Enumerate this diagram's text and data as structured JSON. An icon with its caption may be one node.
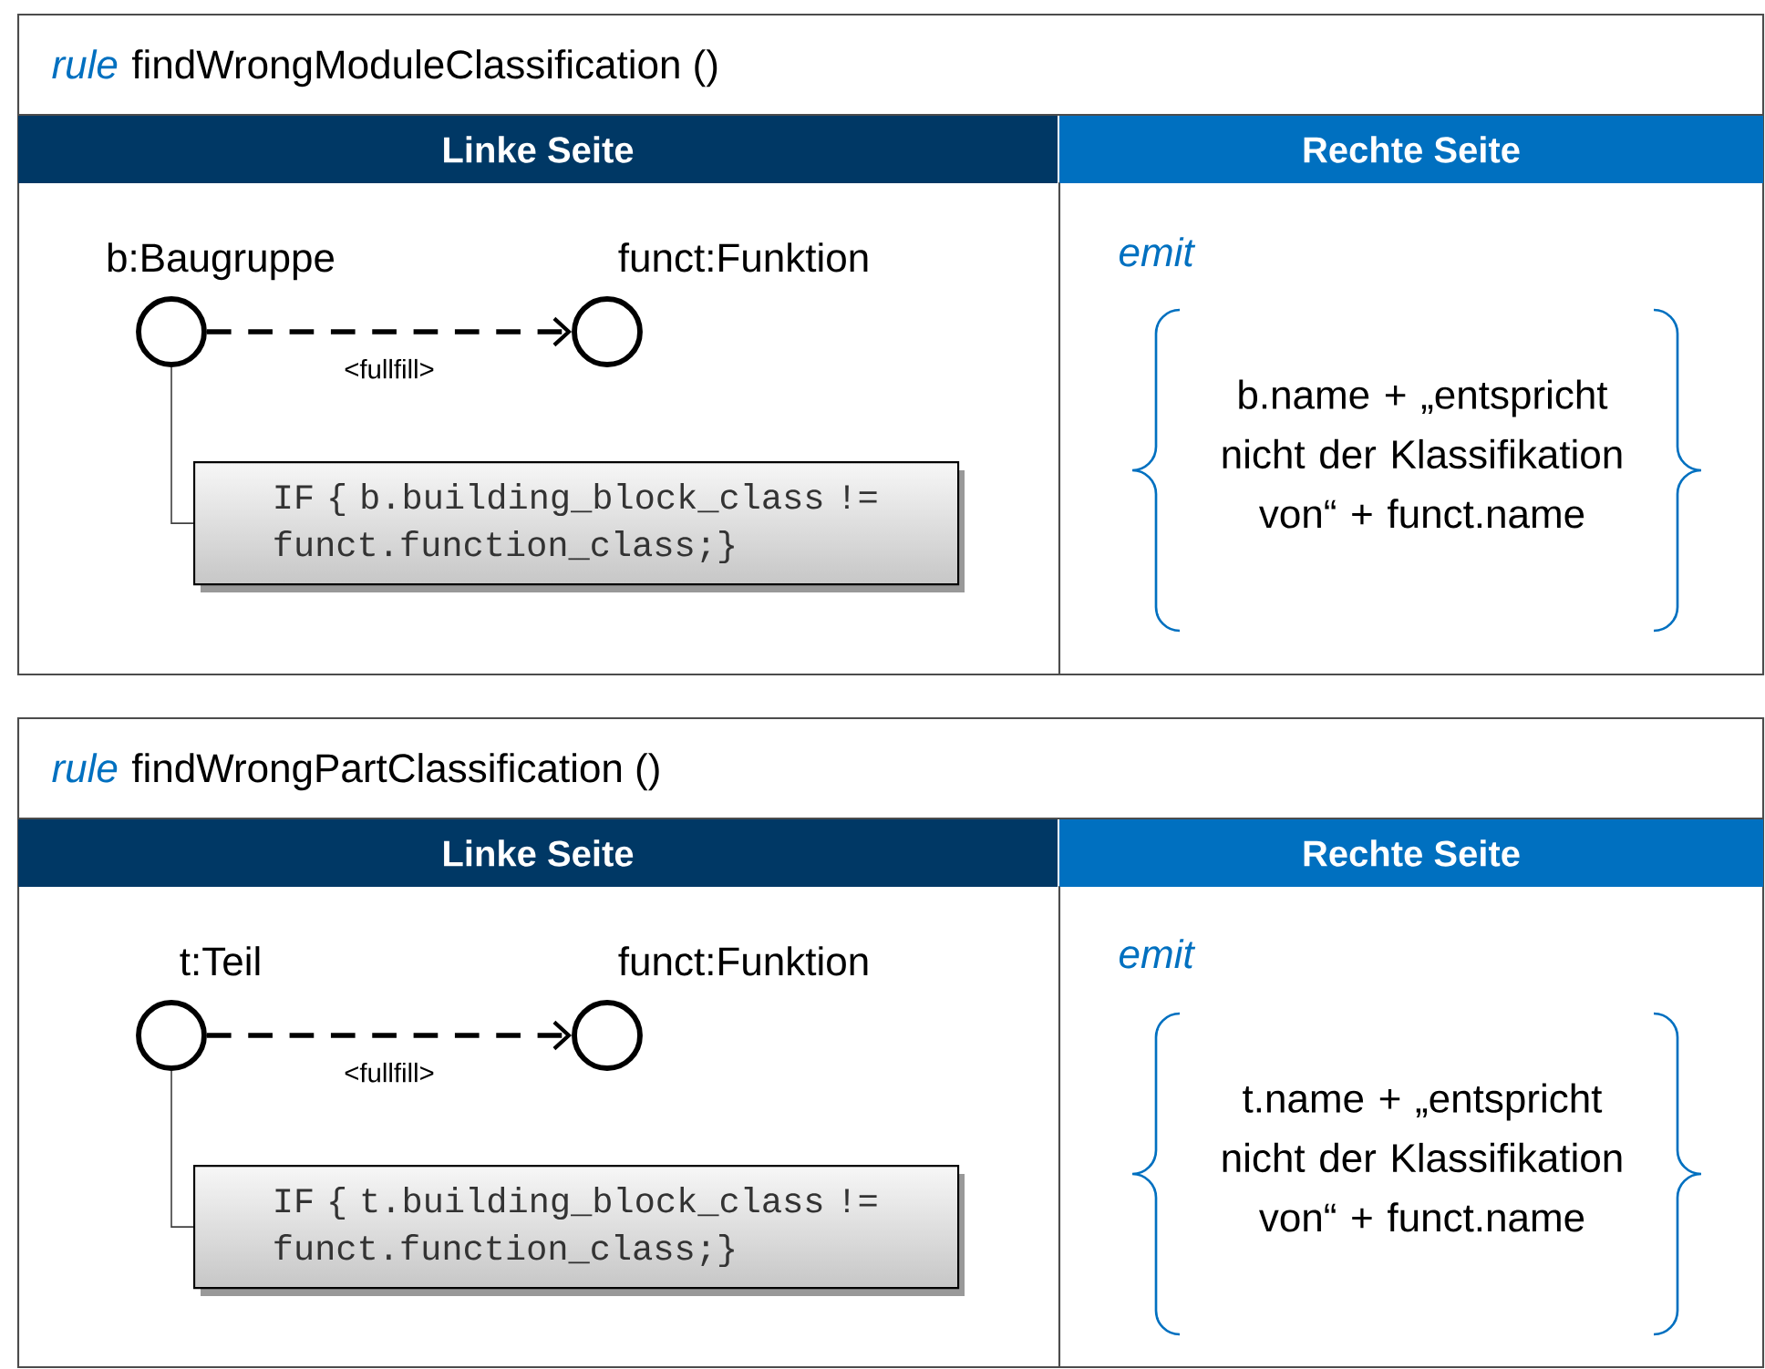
{
  "diagram": {
    "nodes": [
      {
        "text": [
          "rule",
          "findWrongModuleClassification ()"
        ]
      },
      {
        "text": [
          "Linke Seite"
        ],
        "in": 0
      },
      {
        "text": [
          "Rechte Seite"
        ],
        "in": 0
      },
      {
        "text": [
          "b:Baugruppe"
        ],
        "in": 0
      },
      {
        "text": [
          "funct:Funktion"
        ],
        "in": 0
      },
      {
        "text": [
          "IF { b.building_block_class != funct.function_class;}"
        ],
        "in": 0
      },
      {
        "text": [
          "b.name + „entspricht nicht der Klassifikation von“ + funct.name"
        ],
        "in": 0
      },
      {
        "text": [
          "rule",
          "findWrongPartClassification ()"
        ]
      },
      {
        "text": [
          "Linke Seite"
        ],
        "in": 7
      },
      {
        "text": [
          "Rechte Seite"
        ],
        "in": 7
      },
      {
        "text": [
          "t:Teil"
        ],
        "in": 7
      },
      {
        "text": [
          "funct:Funktion"
        ],
        "in": 7
      },
      {
        "text": [
          "IF { t.building_block_class != funct.function_class;}"
        ],
        "in": 7
      },
      {
        "text": [
          "t.name + „entspricht nicht der Klassifikation von“ + funct.name"
        ],
        "in": 7
      }
    ],
    "edges": [
      {
        "from": 3,
        "to": 4,
        "arrow": "to",
        "style": "dashed",
        "label": "<fullfill>"
      },
      {
        "from": 3,
        "to": 5,
        "arrow": "none"
      },
      {
        "from": 10,
        "to": 11,
        "arrow": "to",
        "style": "dashed",
        "label": "<fullfill>"
      },
      {
        "from": 10,
        "to": 12,
        "arrow": "none"
      }
    ],
    "labels": [
      "emit",
      "emit"
    ]
  }
}
